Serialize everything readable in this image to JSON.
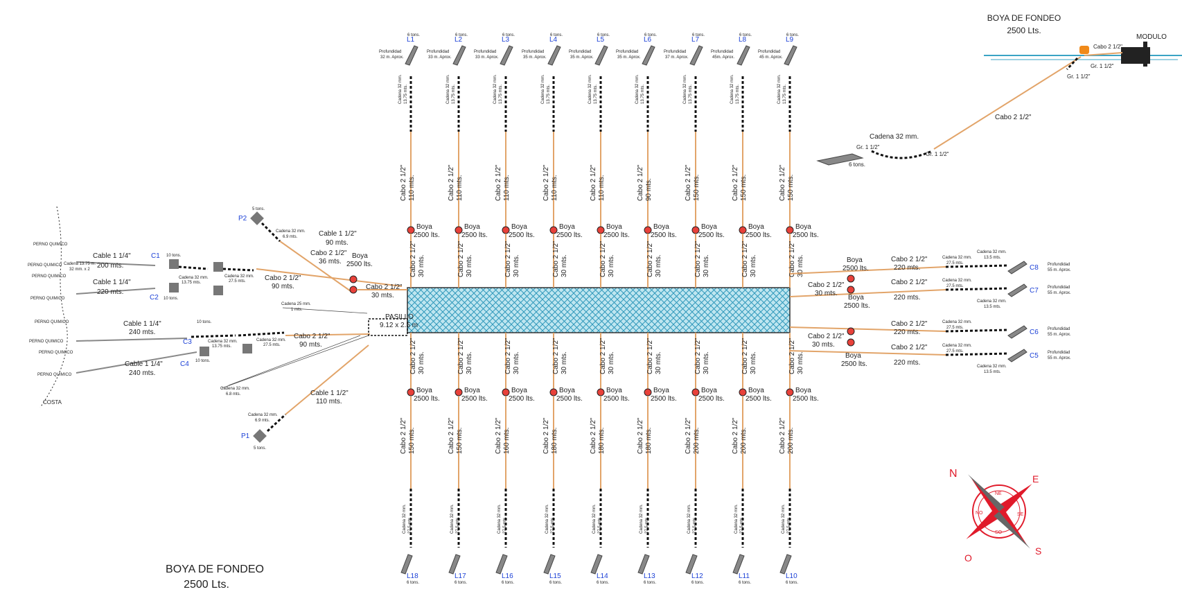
{
  "colors": {
    "rope": "#e2a469",
    "cable": "#888888",
    "chain": "#111111",
    "buoy": "#e8413a",
    "net": "#3aa3c4",
    "label_blue": "#1a3fd6",
    "compass_red": "#e01a2a",
    "water": "#3aa3c4",
    "module_buoy": "#f08a1a"
  },
  "top_right": {
    "title1": "BOYA DE FONDEO",
    "title2": "2500 Lts.",
    "module": "MODULO",
    "cabo_top": "Cabo 2 1/2\"",
    "gr1": "Gr. 1 1/2\"",
    "gr2": "Gr. 1 1/2\"",
    "cabo_long": "Cabo 2 1/2\"",
    "cadena": "Cadena 32 mm.",
    "gr3": "Gr. 1 1/2\"",
    "gr4": "Gr. 1 1/2\"",
    "tons": "6 tons."
  },
  "bottom_left": {
    "title1": "BOYA DE FONDEO",
    "title2": "2500 Lts."
  },
  "top_lines": [
    {
      "id": "L1",
      "tons": "6 tons.",
      "depth1": "Profundidad",
      "depth2": "32 m. Aprox.",
      "cabo": "Cabo 2 1/2\"",
      "len": "110 mts."
    },
    {
      "id": "L2",
      "tons": "6 tons.",
      "depth1": "Profundidad",
      "depth2": "33 m. Aprox.",
      "cabo": "Cabo 2 1/2\"",
      "len": "110 mts."
    },
    {
      "id": "L3",
      "tons": "6 tons.",
      "depth1": "Profundidad",
      "depth2": "33 m. Aprox.",
      "cabo": "Cabo 2 1/2\"",
      "len": "110 mts."
    },
    {
      "id": "L4",
      "tons": "6 tons.",
      "depth1": "Profundidad",
      "depth2": "35 m. Aprox.",
      "cabo": "Cabo 2 1/2\"",
      "len": "110 mts."
    },
    {
      "id": "L5",
      "tons": "6 tons.",
      "depth1": "Profundidad",
      "depth2": "35 m. Aprox.",
      "cabo": "Cabo 2 1/2\"",
      "len": "110 mts."
    },
    {
      "id": "L6",
      "tons": "6 tons.",
      "depth1": "Profundidad",
      "depth2": "35 m. Aprox.",
      "cabo": "Cabo 2 1/2\"",
      "len": "90 mts."
    },
    {
      "id": "L7",
      "tons": "6 tons.",
      "depth1": "Profundidad",
      "depth2": "37 m. Aprox.",
      "cabo": "Cabo 2 1/2\"",
      "len": "150 mts."
    },
    {
      "id": "L8",
      "tons": "6 tons.",
      "depth1": "Profundidad",
      "depth2": "45m. Aprox.",
      "cabo": "Cabo 2 1/2\"",
      "len": "150 mts."
    },
    {
      "id": "L9",
      "tons": "6 tons.",
      "depth1": "Profundidad",
      "depth2": "45 m. Aprox.",
      "cabo": "Cabo 2 1/2\"",
      "len": "150 mts."
    }
  ],
  "bottom_lines": [
    {
      "id": "L18",
      "tons": "6 tons.",
      "cabo": "Cabo 2 1/2\"",
      "len": "150 mts."
    },
    {
      "id": "L17",
      "tons": "6 tons.",
      "cabo": "Cabo 2 1/2\"",
      "len": "150 mts."
    },
    {
      "id": "L16",
      "tons": "6 tons.",
      "cabo": "Cabo 2 1/2\"",
      "len": "160 mts."
    },
    {
      "id": "L15",
      "tons": "6 tons.",
      "cabo": "Cabo 2 1/2\"",
      "len": "180 mts."
    },
    {
      "id": "L14",
      "tons": "6 tons.",
      "cabo": "Cabo 2 1/2\"",
      "len": "180 mts."
    },
    {
      "id": "L13",
      "tons": "6 tons.",
      "cabo": "Cabo 2 1/2\"",
      "len": "180 mts."
    },
    {
      "id": "L12",
      "tons": "6 tons.",
      "cabo": "Cabo 2 1/2\"",
      "len": "200 mts."
    },
    {
      "id": "L11",
      "tons": "6 tons.",
      "cabo": "Cabo 2 1/2\"",
      "len": "200 mts."
    },
    {
      "id": "L10",
      "tons": "6 tons.",
      "cabo": "Cabo 2 1/2\"",
      "len": "200 mts."
    }
  ],
  "common": {
    "boya1": "Boya",
    "boya2": "2500 lts.",
    "cabo30": "Cabo 2 1/2\"",
    "len30": "30 mts.",
    "cadena": "Cadena 32 mm.",
    "c275": "27.5 mts.",
    "c1375": "13.75 mts.",
    "c135": "13.5 mts."
  },
  "right_lines": [
    {
      "id": "C8",
      "cabo": "Cabo 2 1/2\"",
      "len": "220 mts.",
      "ch1": "Cadena 32 mm.",
      "ch1l": "27.5 mts.",
      "ch2": "Cadena 32 mm.",
      "ch2l": "13.5 mts.",
      "depth1": "Profundidad",
      "depth2": "55 m. Aprox."
    },
    {
      "id": "C7",
      "cabo": "Cabo 2 1/2\"",
      "len": "220 mts.",
      "ch1": "Cadena 32 mm.",
      "ch1l": "27.5 mts.",
      "ch2": "Cadena 32 mm.",
      "ch2l": "13.5 mts.",
      "depth1": "Profundidad",
      "depth2": "55 m. Aprox."
    },
    {
      "id": "C6",
      "cabo": "Cabo 2 1/2\"",
      "len": "220 mts.",
      "ch1": "Cadena 32 mm.",
      "ch1l": "27.5 mts.",
      "ch2": "",
      "ch2l": "",
      "depth1": "Profundidad",
      "depth2": "55 m. Aprox."
    },
    {
      "id": "C5",
      "cabo": "Cabo 2 1/2\"",
      "len": "220 mts.",
      "ch1": "Cadena 32 mm.",
      "ch1l": "27.5 mts.",
      "ch2": "Cadena 32 mm.",
      "ch2l": "13.5 mts.",
      "depth1": "Profundidad",
      "depth2": "55 m. Aprox."
    }
  ],
  "right_buoys": {
    "top_boya1": "Boya",
    "top_boya2": "2500 lts.",
    "top_cabo": "Cabo 2 1/2\"",
    "top_len": "30 mts.",
    "top_boya3": "Boya",
    "top_boya4": "2500 lts.",
    "bot_cabo": "Cabo 2 1/2\"",
    "bot_len": "30 mts.",
    "bot_boya1": "Boya",
    "bot_boya2": "2500 lts."
  },
  "left": {
    "perno": "PERNO QUIMICO",
    "costa": "COSTA",
    "c1": "C1",
    "c2": "C2",
    "c3": "C3",
    "c4": "C4",
    "cable_c1": "Cable 1 1/4\"",
    "len_c1": "200 mts.",
    "cable_c2": "Cable 1 1/4\"",
    "len_c2": "220 mts.",
    "cable_c3": "Cable 1 1/4\"",
    "len_c3": "240 mts.",
    "cable_c4": "Cable 1 1/4\"",
    "len_c4": "240 mts.",
    "cad13": "Cadena 13.75 m.",
    "cad32x2": "32 mm. x 2",
    "tons10": "10 tons.",
    "cad32": "Cadena 32 mm.",
    "c1375": "13.75 mts.",
    "c275": "27.5 mts.",
    "cabo_c1": "Cabo 2 1/2\"",
    "len_cabo_c1": "90 mts.",
    "cabo_c3": "Cabo 2 1/2\"",
    "len_cabo_c3": "90 mts.",
    "p1": "P1",
    "p2": "P2",
    "tons5": "5 tons.",
    "cad69": "Cadena 32 mm.",
    "c69": "6.9 mts.",
    "cable_p2": "Cable 1 1/2\"",
    "len_p2": "90 mts.",
    "cabo_p2": "Cabo 2 1/2\"",
    "len_cabo_p2": "36 mts.",
    "cable_p1": "Cable 1 1/2\"",
    "len_p1": "110 mts.",
    "boya1": "Boya",
    "boya2": "2500 lts.",
    "cabo_30": "Cabo 2 1/2\"",
    "len_30": "30 mts.",
    "cad25": "Cadena 25 mm.",
    "c1m": "1 mts.",
    "cad68": "Cadena 32 mm.",
    "c68": "6.8 mts.",
    "pasillo": "PASILLO",
    "pasillo_dim": "9.12 x 2.5 m"
  },
  "compass": {
    "n": "N",
    "e": "E",
    "s": "S",
    "o": "O",
    "ne": "NE",
    "se": "SE",
    "so": "SO",
    "no": "NO"
  }
}
